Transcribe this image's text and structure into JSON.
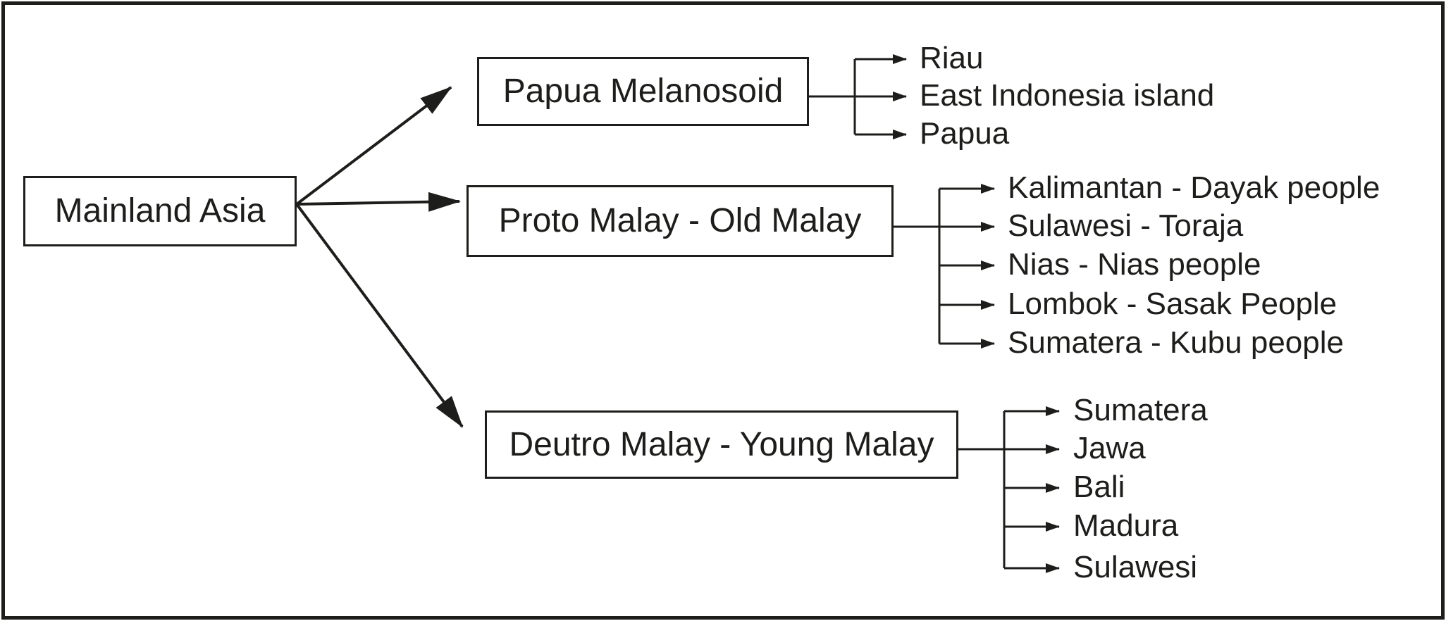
{
  "page": {
    "background": "#ffffff",
    "ink": "#1d1d1b"
  },
  "diagram": {
    "root": {
      "label": "Mainland Asia"
    },
    "branches": [
      {
        "label": "Papua Melanosoid",
        "children": [
          "Riau",
          "East Indonesia island",
          "Papua"
        ]
      },
      {
        "label": "Proto Malay - Old Malay",
        "children": [
          "Kalimantan - Dayak people",
          "Sulawesi - Toraja",
          "Nias - Nias people",
          "Lombok - Sasak People",
          "Sumatera - Kubu people"
        ]
      },
      {
        "label": "Deutro Malay - Young Malay",
        "children": [
          "Sumatera",
          "Jawa",
          "Bali",
          "Madura",
          "Sulawesi"
        ]
      }
    ]
  }
}
